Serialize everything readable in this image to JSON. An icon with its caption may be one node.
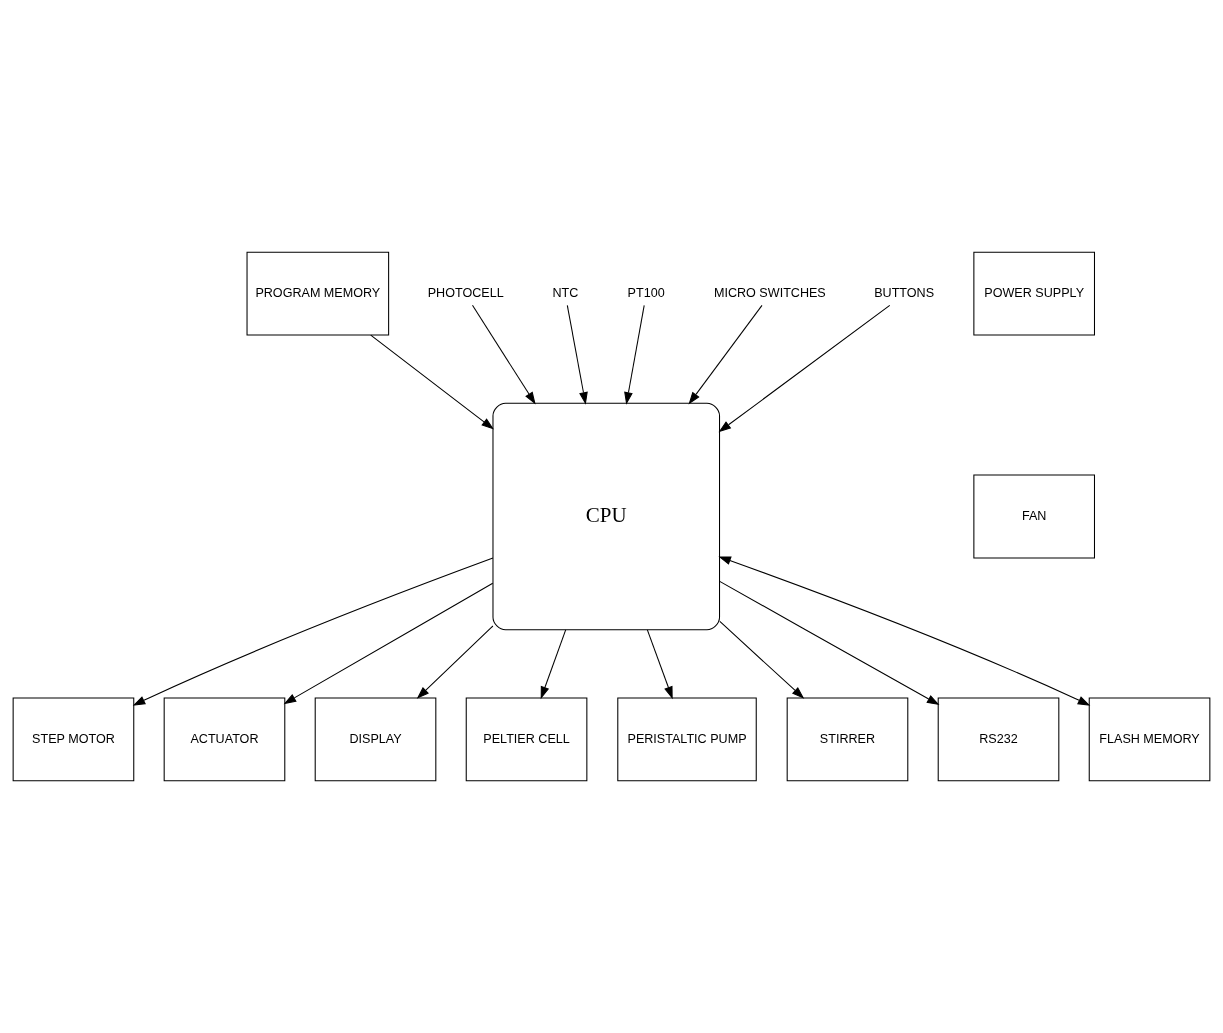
{
  "diagram": {
    "nodes": [
      {
        "text": [
          "STEP MOTOR"
        ]
      },
      {
        "text": [
          "ACTUATOR"
        ]
      },
      {
        "text": [
          "DISPLAY"
        ]
      },
      {
        "text": [
          "PELTIER CELL"
        ]
      },
      {
        "text": [
          "PERISTALTIC PUMP"
        ]
      },
      {
        "text": [
          "STIRRER"
        ]
      },
      {
        "text": [
          "RS232"
        ]
      },
      {
        "text": [
          "CPU"
        ]
      },
      {
        "text": [
          "PROGRAM MEMORY"
        ]
      },
      {
        "text": [
          "FLASH MEMORY"
        ]
      },
      {
        "text": [
          "POWER SUPPLY"
        ]
      },
      {
        "text": [
          "FAN"
        ]
      },
      {
        "text": [
          "PHOTOCELL"
        ]
      },
      {
        "text": [
          "NTC"
        ]
      },
      {
        "text": [
          "PT100"
        ]
      },
      {
        "text": [
          "MICRO SWITCHES"
        ]
      },
      {
        "text": [
          "BUTTONS"
        ]
      }
    ],
    "edges": [
      {
        "from": 7,
        "to": 0,
        "arrow": "to"
      },
      {
        "from": 7,
        "to": 1,
        "arrow": "to"
      },
      {
        "from": 7,
        "to": 2,
        "arrow": "to"
      },
      {
        "from": 7,
        "to": 3,
        "arrow": "to"
      },
      {
        "from": 7,
        "to": 4,
        "arrow": "to"
      },
      {
        "from": 7,
        "to": 5,
        "arrow": "to"
      },
      {
        "from": 7,
        "to": 6,
        "arrow": "to"
      },
      {
        "from": 8,
        "to": 7,
        "arrow": "to"
      },
      {
        "from": 7,
        "to": 9,
        "arrow": "both"
      },
      {
        "from": 12,
        "to": 7,
        "arrow": "to"
      },
      {
        "from": 13,
        "to": 7,
        "arrow": "to"
      },
      {
        "from": 14,
        "to": 7,
        "arrow": "to"
      },
      {
        "from": 15,
        "to": 7,
        "arrow": "to"
      },
      {
        "from": 16,
        "to": 7,
        "arrow": "to"
      }
    ]
  }
}
